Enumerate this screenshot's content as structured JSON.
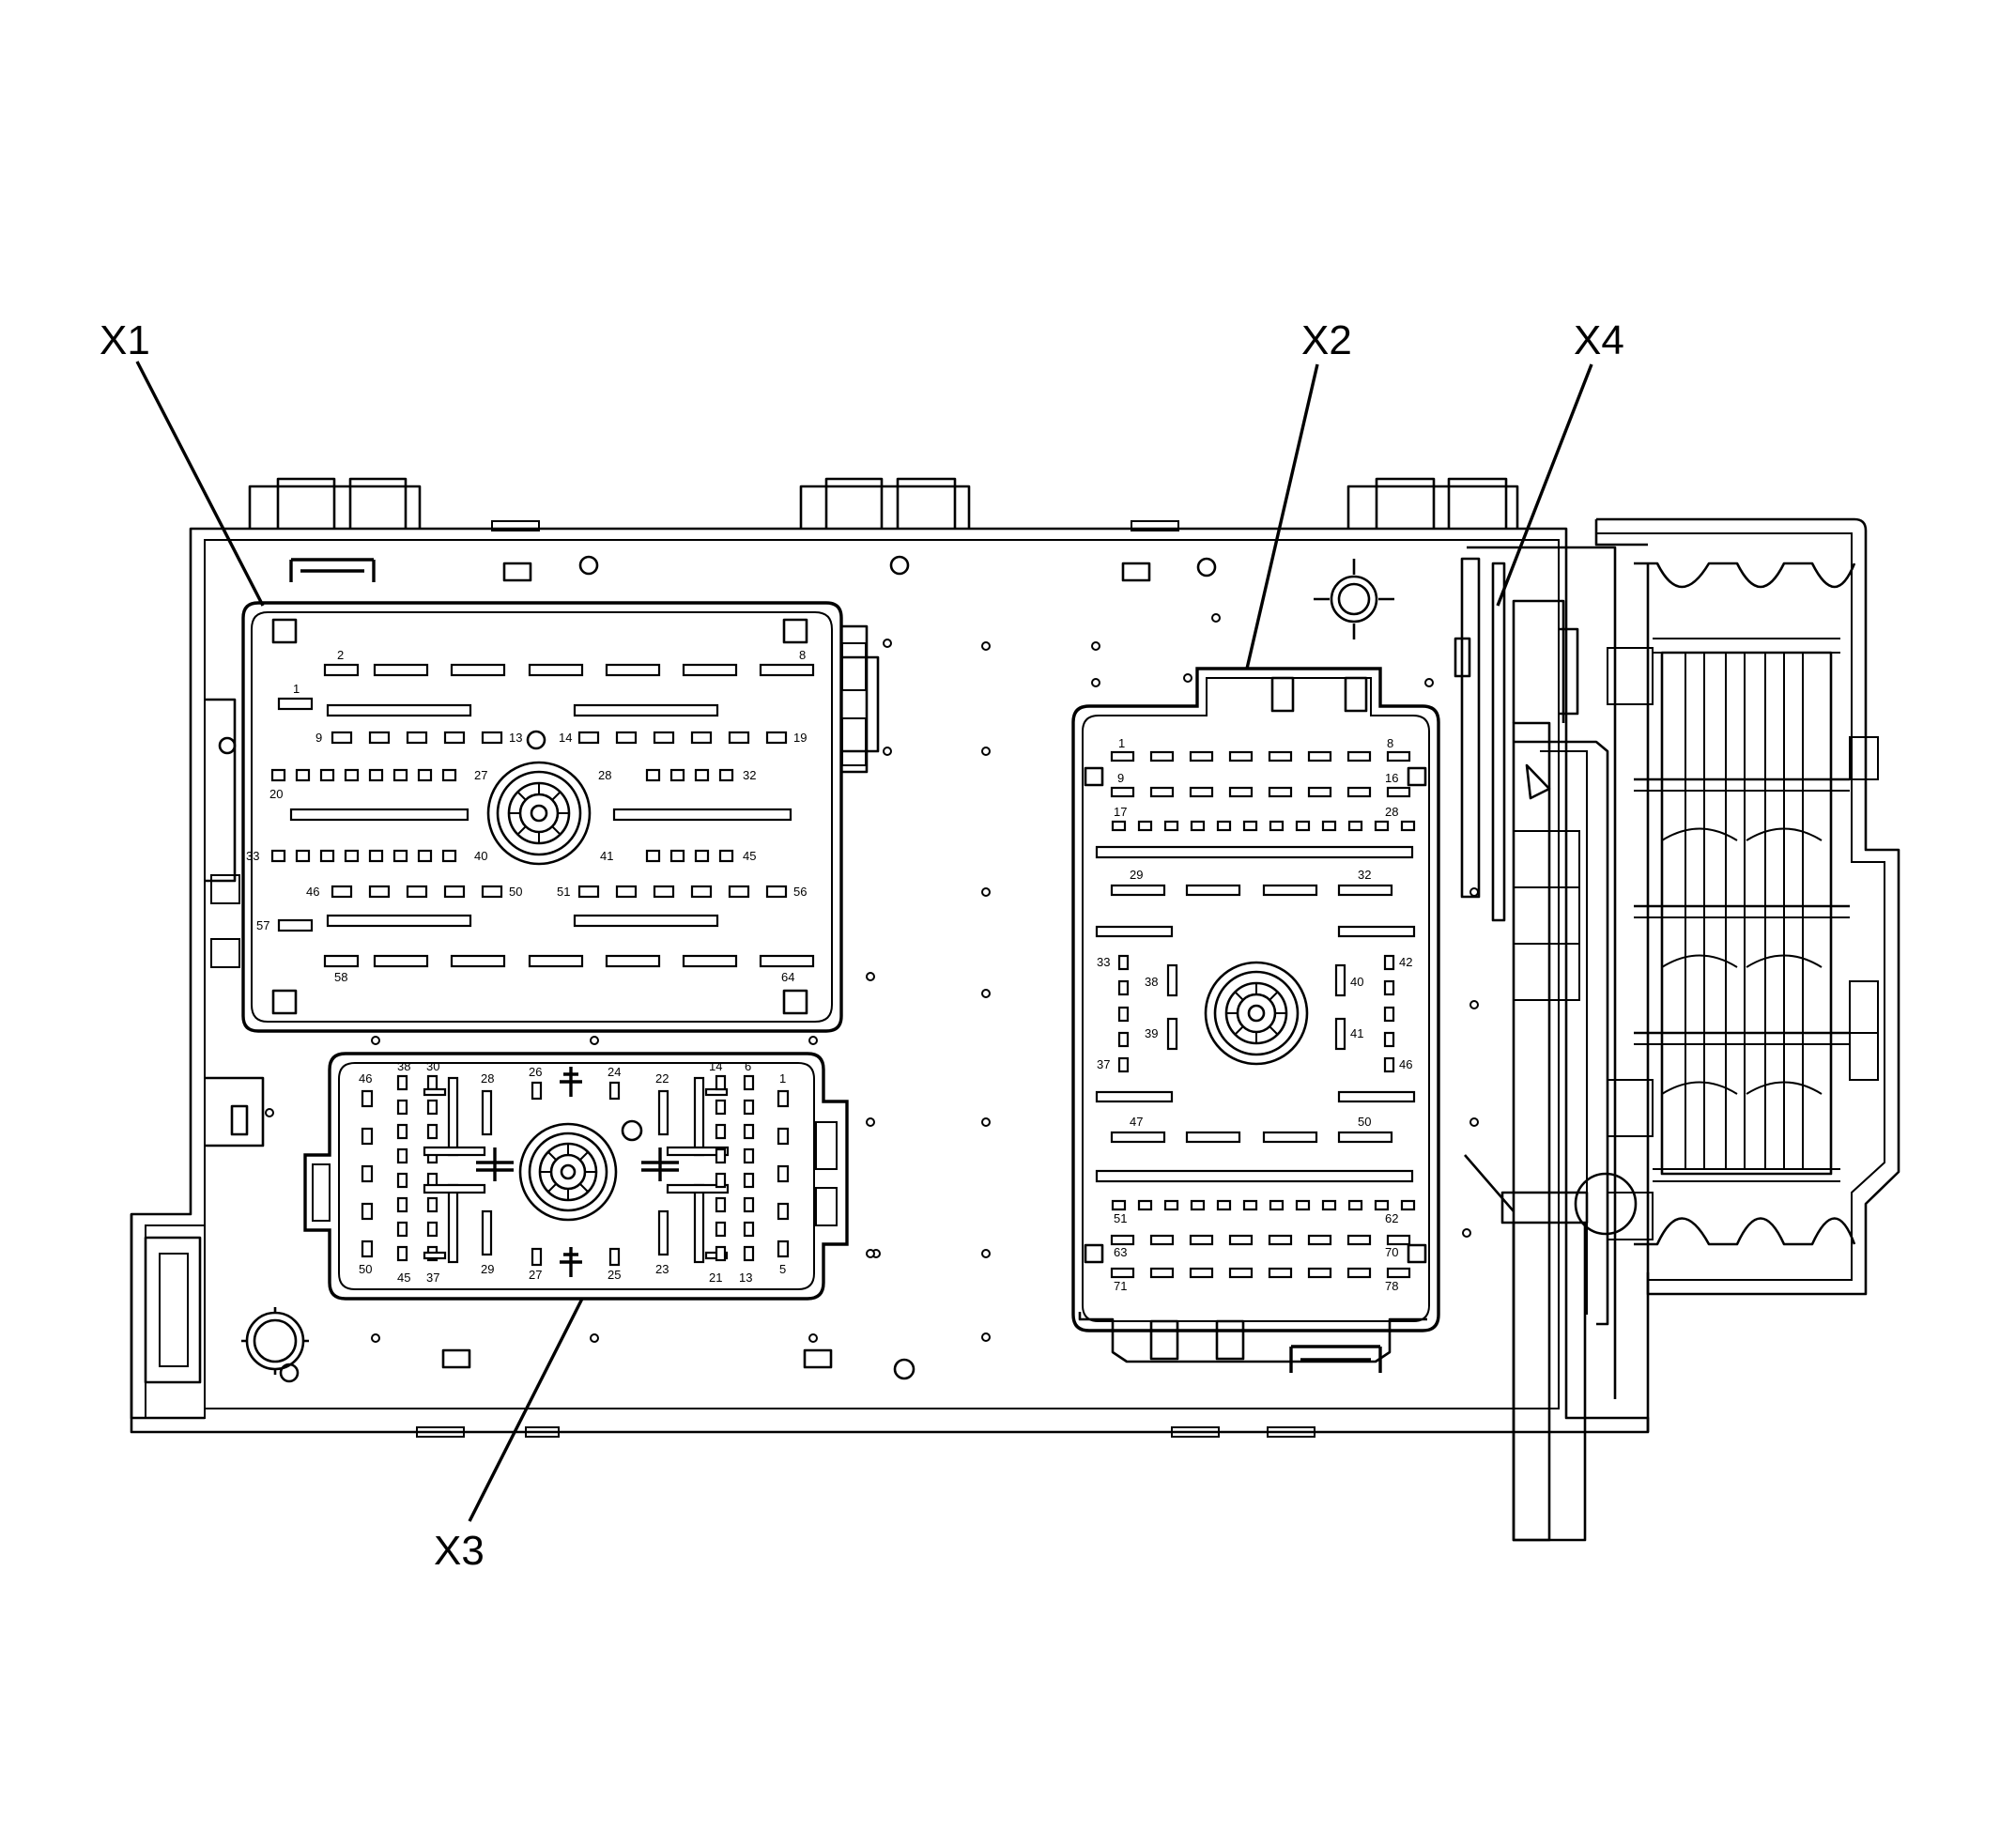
{
  "callouts": {
    "x1": "X1",
    "x2": "X2",
    "x3": "X3",
    "x4": "X4"
  },
  "x1_labels": {
    "p1": "1",
    "p2": "2",
    "p8": "8",
    "p9": "9",
    "p13": "13",
    "p14": "14",
    "p19": "19",
    "p20": "20",
    "p27": "27",
    "p28": "28",
    "p32": "32",
    "p33": "33",
    "p40": "40",
    "p41": "41",
    "p45": "45",
    "p46": "46",
    "p50": "50",
    "p51": "51",
    "p56": "56",
    "p57": "57",
    "p58": "58",
    "p64": "64"
  },
  "x2_labels": {
    "p1": "1",
    "p8": "8",
    "p9": "9",
    "p16": "16",
    "p17": "17",
    "p28": "28",
    "p29": "29",
    "p32": "32",
    "p33": "33",
    "p42": "42",
    "p38": "38",
    "p40": "40",
    "p39": "39",
    "p41": "41",
    "p37": "37",
    "p46": "46",
    "p47": "47",
    "p50": "50",
    "p51": "51",
    "p62": "62",
    "p63": "63",
    "p70": "70",
    "p71": "71",
    "p78": "78"
  },
  "x3_labels": {
    "p46": "46",
    "p38": "38",
    "p30": "30",
    "p28": "28",
    "p26": "26",
    "p24": "24",
    "p22": "22",
    "p14": "14",
    "p6": "6",
    "p1": "1",
    "p50": "50",
    "p45": "45",
    "p37": "37",
    "p29": "29",
    "p27": "27",
    "p25": "25",
    "p23": "23",
    "p21": "21",
    "p13": "13",
    "p5": "5"
  }
}
